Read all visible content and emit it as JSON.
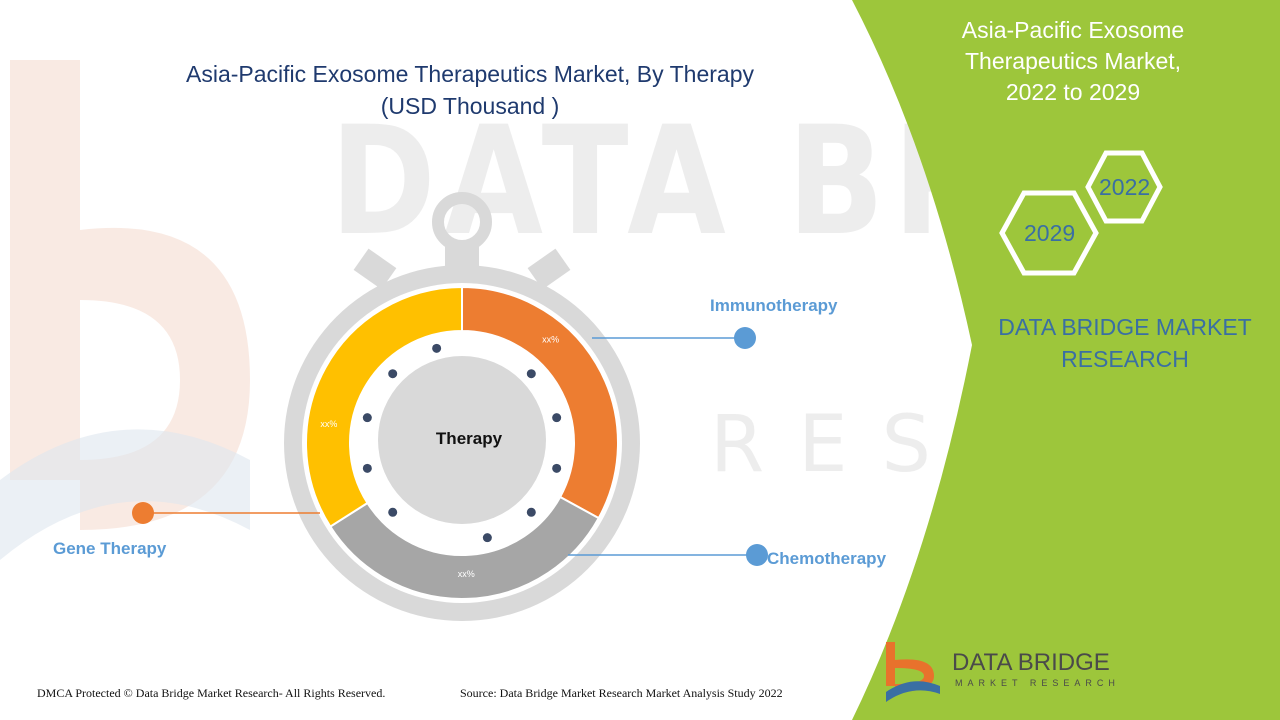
{
  "header": {
    "title_line1": "Asia-Pacific Exosome Therapeutics Market, By Therapy",
    "title_line2": "(USD Thousand )"
  },
  "side_panel": {
    "title_line1": "Asia-Pacific Exosome",
    "title_line2": "Therapeutics Market,",
    "title_line3": "2022 to 2029",
    "year_start": "2022",
    "year_end": "2029",
    "brand_line1": "DATA BRIDGE MARKET",
    "brand_line2": "RESEARCH",
    "color": "#9dc63b"
  },
  "watermark": {
    "line1": "DATA BRIDGE",
    "line2": "RESEARCH"
  },
  "chart_data": {
    "type": "pie",
    "center_label": "Therapy",
    "segments": [
      {
        "name": "Immunotherapy",
        "value_label": "xx%",
        "share": 0.33,
        "color": "#ed7d31",
        "legend_color": "#5b9bd5"
      },
      {
        "name": "Chemotherapy",
        "value_label": "xx%",
        "share": 0.33,
        "color": "#a6a6a6",
        "legend_color": "#5b9bd5"
      },
      {
        "name": "Gene Therapy",
        "value_label": "xx%",
        "share": 0.34,
        "color": "#ffc000",
        "legend_color": "#ed7d31"
      }
    ]
  },
  "footer": {
    "copyright": "DMCA Protected © Data Bridge Market Research- All Rights Reserved.",
    "source": "Source: Data Bridge Market Research Market Analysis Study 2022"
  },
  "logo": {
    "name": "DATA BRIDGE",
    "subtitle": "MARKET RESEARCH"
  }
}
